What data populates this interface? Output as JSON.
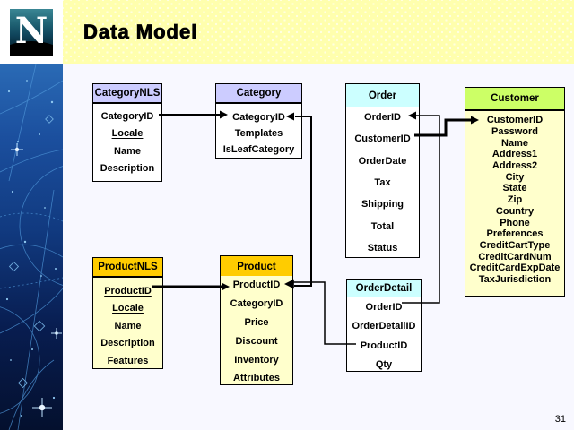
{
  "header": {
    "title": "Data Model"
  },
  "logo": {
    "letter": "N"
  },
  "footer": {
    "page_number": "31"
  },
  "colors": {
    "header_bar": "#FFFFAD",
    "slide_background": "#F8F8FF",
    "lavender_header": "#CCCCFF",
    "cyan_header": "#CCFFFF",
    "green_header": "#CCFF66",
    "gold_header": "#FFCC00",
    "cream_body": "#FFFFCC",
    "white_body": "#FFFFFF",
    "line_color": "#000000"
  },
  "entities": [
    {
      "id": "categorynls",
      "name": "CategoryNLS",
      "header_bg": "#CCCCFF",
      "body_bg": "#FFFFFF",
      "fields": [
        {
          "label": "CategoryID",
          "underline": false
        },
        {
          "label": "Locale",
          "underline": true
        },
        {
          "label": "Name",
          "underline": false
        },
        {
          "label": "Description",
          "underline": false
        }
      ]
    },
    {
      "id": "category",
      "name": "Category",
      "header_bg": "#CCCCFF",
      "body_bg": "#FFFFFF",
      "fields": [
        {
          "label": "CategoryID",
          "underline": false
        },
        {
          "label": "Templates",
          "underline": false
        },
        {
          "label": "IsLeafCategory",
          "underline": false
        }
      ]
    },
    {
      "id": "order",
      "name": "Order",
      "header_bg": "#CCFFFF",
      "body_bg": "#FFFFFF",
      "fields": [
        {
          "label": "OrderID",
          "underline": false
        },
        {
          "label": "CustomerID",
          "underline": false
        },
        {
          "label": "OrderDate",
          "underline": false
        },
        {
          "label": "Tax",
          "underline": false
        },
        {
          "label": "Shipping",
          "underline": false
        },
        {
          "label": "Total",
          "underline": false
        },
        {
          "label": "Status",
          "underline": false
        }
      ]
    },
    {
      "id": "customer",
      "name": "Customer",
      "header_bg": "#CCFF66",
      "body_bg": "#FFFFCC",
      "fields": [
        {
          "label": "CustomerID",
          "underline": false
        },
        {
          "label": "Password",
          "underline": false
        },
        {
          "label": "Name",
          "underline": false
        },
        {
          "label": "Address1",
          "underline": false
        },
        {
          "label": "Address2",
          "underline": false
        },
        {
          "label": "City",
          "underline": false
        },
        {
          "label": "State",
          "underline": false
        },
        {
          "label": "Zip",
          "underline": false
        },
        {
          "label": "Country",
          "underline": false
        },
        {
          "label": "Phone",
          "underline": false
        },
        {
          "label": "Preferences",
          "underline": false
        },
        {
          "label": "CreditCartType",
          "underline": false
        },
        {
          "label": "CreditCardNum",
          "underline": false
        },
        {
          "label": "CreditCardExpDate",
          "underline": false
        },
        {
          "label": "TaxJurisdiction",
          "underline": false
        }
      ]
    },
    {
      "id": "productnls",
      "name": "ProductNLS",
      "header_bg": "#FFCC00",
      "body_bg": "#FFFFCC",
      "fields": [
        {
          "label": "ProductID",
          "underline": true
        },
        {
          "label": "Locale",
          "underline": true
        },
        {
          "label": "Name",
          "underline": false
        },
        {
          "label": "Description",
          "underline": false
        },
        {
          "label": "Features",
          "underline": false
        }
      ]
    },
    {
      "id": "product",
      "name": "Product",
      "header_bg": "#FFCC00",
      "body_bg": "#FFFFCC",
      "fields": [
        {
          "label": "ProductID",
          "underline": false
        },
        {
          "label": "CategoryID",
          "underline": false
        },
        {
          "label": "Price",
          "underline": false
        },
        {
          "label": "Discount",
          "underline": false
        },
        {
          "label": "Inventory",
          "underline": false
        },
        {
          "label": "Attributes",
          "underline": false
        }
      ]
    },
    {
      "id": "orderdetail",
      "name": "OrderDetail",
      "header_bg": "#CCFFFF",
      "body_bg": "#FFFFFF",
      "fields": [
        {
          "label": "OrderID",
          "underline": false
        },
        {
          "label": "OrderDetailID",
          "underline": false
        },
        {
          "label": "ProductID",
          "underline": false
        },
        {
          "label": "Qty",
          "underline": false
        }
      ]
    }
  ],
  "relationships": [
    {
      "from": "CategoryNLS.CategoryID",
      "to": "Category.CategoryID"
    },
    {
      "from": "Product.ProductID",
      "to": "Category.CategoryID"
    },
    {
      "from": "OrderDetail.ProductID",
      "to": "Product.ProductID"
    },
    {
      "from": "ProductNLS.ProductID",
      "to": "Product.ProductID"
    },
    {
      "from": "OrderDetail.OrderID",
      "to": "Order.OrderID"
    },
    {
      "from": "Order.CustomerID",
      "to": "Customer.CustomerID"
    }
  ]
}
